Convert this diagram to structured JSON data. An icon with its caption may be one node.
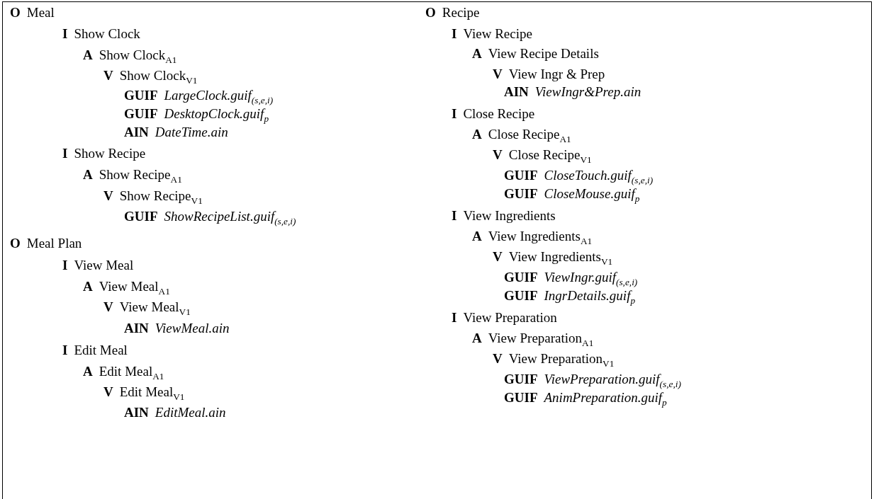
{
  "diagram": {
    "labels": [
      "O",
      "Meal",
      "I",
      "Show Clock",
      "A",
      "Show Clock$_{A1}$",
      "V",
      "Show Clock$_{V1}$",
      "GUIF",
      "LargeClock.guif$_{(s,e,i)}$",
      "GUIF",
      "DesktopClock.guif$_{p}$",
      "AIN",
      "DateTime.ain",
      "I",
      "Show Recipe",
      "A",
      "Show Recipe$_{A1}$",
      "V",
      "Show Recipe$_{V1}$",
      "GUIF",
      "ShowRecipeList.guif$_{(s,e,i)}$",
      "O",
      "Meal Plan",
      "I",
      "View Meal",
      "A",
      "View Meal$_{A1}$",
      "V",
      "View Meal$_{V1}$",
      "AIN",
      "ViewMeal.ain",
      "I",
      "Edit Meal",
      "A",
      "Edit Meal$_{A1}$",
      "V",
      "Edit Meal$_{V1}$",
      "AIN",
      "EditMeal.ain",
      "O",
      "Recipe",
      "I",
      "View Recipe",
      "A",
      "View Recipe Details",
      "V",
      "View Ingr & Prep",
      "AIN",
      "ViewIngr&Prep.ain",
      "I",
      "Close Recipe",
      "A",
      "Close Recipe$_{A1}$",
      "V",
      "Close Recipe$_{V1}$",
      "GUIF",
      "CloseTouch.guif$_{(s,e,i)}$",
      "GUIF",
      "CloseMouse.guif$_{p}$",
      "I",
      "View Ingredients",
      "A",
      "View Ingredients$_{A1}$",
      "V",
      "View Ingredients$_{V1}$",
      "GUIF",
      "ViewIngr.guif$_{(s,e,i)}$",
      "GUIF",
      "IngrDetails.guif$_{p}$",
      "I",
      "View Preparation",
      "A",
      "View Preparation$_{A1}$",
      "V",
      "View Preparation$_{V1}$",
      "GUIF",
      "ViewPreparation.guif$_{(s,e,i)}$",
      "GUIF",
      "AnimPreparation.guif$_{p}$"
    ]
  }
}
